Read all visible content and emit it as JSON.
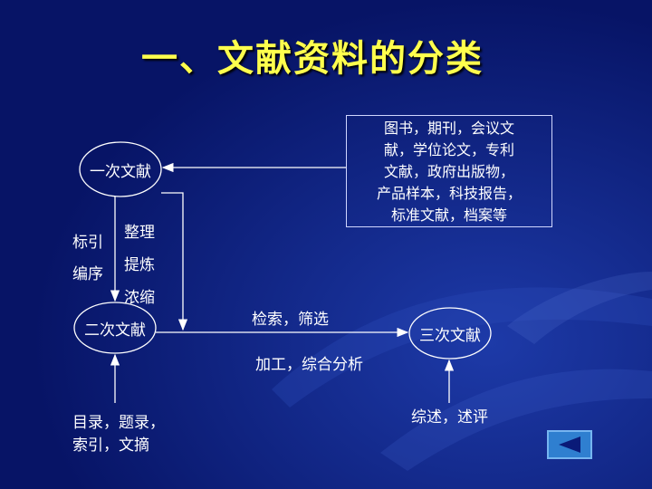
{
  "title": "一、文献资料的分类",
  "source_box": {
    "lines": [
      "图书，期刊，会议文",
      "献，学位论文，专利",
      "文献，政府出版物，",
      "产品样本，科技报告，",
      "标准文献，档案等"
    ]
  },
  "nodes": {
    "primary": "一次文献",
    "secondary": "二次文献",
    "tertiary": "三次文献"
  },
  "labels": {
    "index": "标引",
    "catalog": "编序",
    "organize": "整理",
    "refine": "提炼",
    "condense": "浓缩",
    "search_filter": "检索，筛选",
    "process": "加工，综合分析",
    "bibliography_line1": "目录，题录，",
    "bibliography_line2": "索引，文摘",
    "review": "综述，述评"
  },
  "colors": {
    "background": "#0a1a78",
    "title": "#ffff4d",
    "button": "#2f7fd0",
    "arrow_icon": "#0a1a78"
  },
  "icons": {
    "back": "triangle-left-icon"
  }
}
